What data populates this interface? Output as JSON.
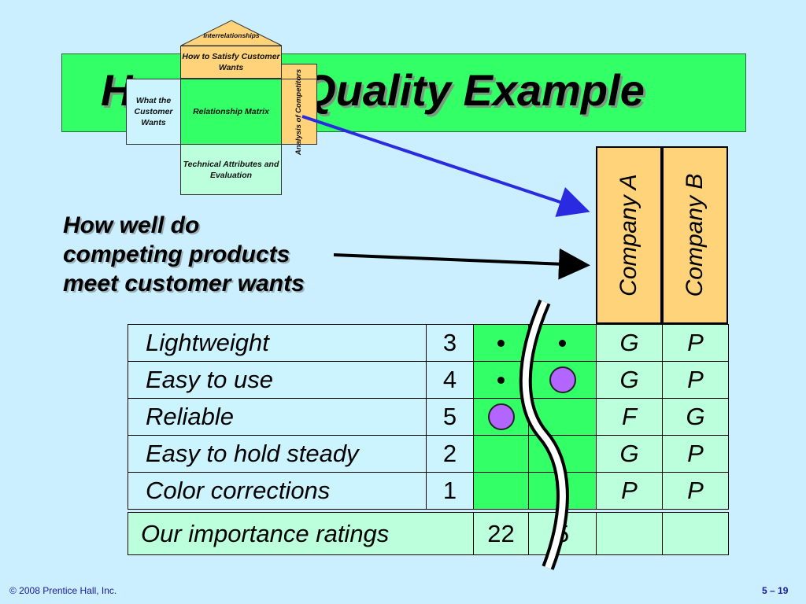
{
  "title": "House of Quality Example",
  "house": {
    "roof": "Interrelationships",
    "how": "How to Satisfy Customer Wants",
    "what": "What the Customer Wants",
    "relationship": "Relationship Matrix",
    "analysis": "Analysis of Competitors",
    "technical": "Technical Attributes and Evaluation"
  },
  "question": [
    "How well do",
    "competing products",
    "meet customer wants"
  ],
  "companies": [
    "Company A",
    "Company B"
  ],
  "rows": [
    {
      "want": "Lightweight",
      "importance": "3",
      "rel1": "dot",
      "rel2": "dot",
      "a": "G",
      "b": "P"
    },
    {
      "want": "Easy to use",
      "importance": "4",
      "rel1": "dot",
      "rel2": "circle",
      "a": "G",
      "b": "P"
    },
    {
      "want": "Reliable",
      "importance": "5",
      "rel1": "circle",
      "rel2": "",
      "a": "F",
      "b": "G"
    },
    {
      "want": "Easy to hold steady",
      "importance": "2",
      "rel1": "",
      "rel2": "",
      "a": "G",
      "b": "P"
    },
    {
      "want": "Color corrections",
      "importance": "1",
      "rel1": "",
      "rel2": "",
      "a": "P",
      "b": "P"
    }
  ],
  "totals": {
    "label": "Our importance ratings",
    "values": [
      "22",
      "5"
    ]
  },
  "colors": {
    "green": "#33ff66",
    "orange": "#ffd37a",
    "light_blue": "#ccf4ff",
    "mint": "#bbffdd",
    "purple": "#b266ff",
    "arrow_blue": "#2a2ae0"
  },
  "footer": {
    "copyright": "© 2008 Prentice Hall, Inc.",
    "page": "5 – 19"
  }
}
